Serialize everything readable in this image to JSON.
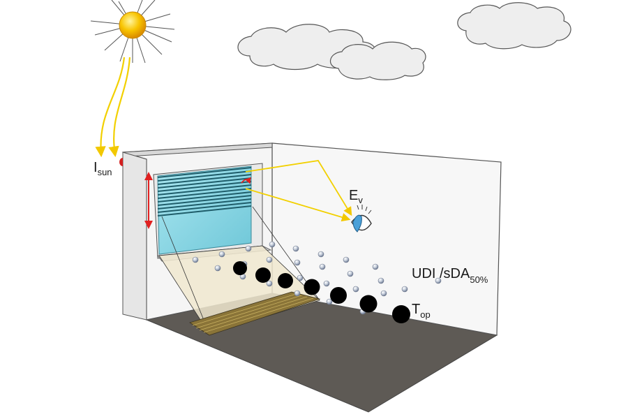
{
  "labels": {
    "isun": {
      "main": "I",
      "sub": "sun"
    },
    "ev": {
      "main": "E",
      "sub": "v"
    },
    "udi": {
      "main": "UDI /sDA",
      "sub": "50%"
    },
    "top": {
      "main": "T",
      "sub": "op"
    }
  },
  "colors": {
    "sun": "#f5b800",
    "light_ray": "#f5d400",
    "floor": "#5e5a55",
    "wall": "#f7f7f7",
    "outline": "#555555",
    "glass": "#8fd8e6",
    "blind_slat": "#1f5d6a",
    "shutter_arrow": "#d42020",
    "sunlit_patch": "#f0e8cf",
    "floor_strip": "#8a7438",
    "sensor_dot": "#000000",
    "grid_dot": "#b8c0d0"
  },
  "icons": [
    "sun-icon",
    "cloud-icon",
    "eye-icon",
    "double-arrow-icon"
  ]
}
